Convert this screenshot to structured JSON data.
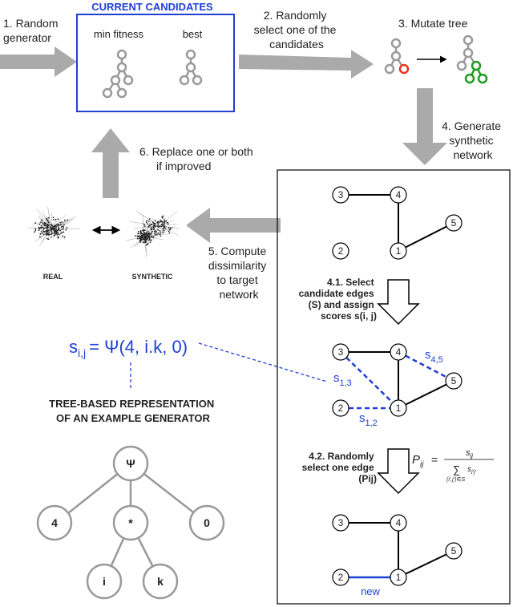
{
  "steps": {
    "s1": [
      "1. Random",
      "generator"
    ],
    "s2": [
      "2. Randomly",
      "select one of the",
      "candidates"
    ],
    "s3": "3. Mutate tree",
    "s4": [
      "4. Generate",
      "synthetic",
      "network"
    ],
    "s5": [
      "5. Compute",
      "dissimilarity",
      "to target",
      "network"
    ],
    "s6": [
      "6. Replace one or both",
      "if improved"
    ]
  },
  "candidates": {
    "title": "CURRENT CANDIDATES",
    "min_fitness": "min fitness",
    "best": "best"
  },
  "networks": {
    "real": "REAL",
    "synthetic": "SYNTHETIC"
  },
  "substeps": {
    "s41": [
      "4.1. Select",
      "candidate edges",
      "(S) and assign",
      "scores s(i, j)"
    ],
    "s42": [
      "4.2. Randomly",
      "select one edge",
      "(Pij)"
    ]
  },
  "formula": {
    "lhs": "s",
    "lhs_sub": "i,j",
    "rhs": "= Ψ(4, i.k, 0)"
  },
  "prob_formula": {
    "P": "P",
    "P_sub": "ij",
    "eq": "=",
    "num": "s",
    "num_sub": "ij",
    "den": "s",
    "den_sub": "i′j′",
    "sum_sub": "(i′,j′)∈S"
  },
  "tree_caption": [
    "TREE-BASED REPRESENTATION",
    "OF AN EXAMPLE GENERATOR"
  ],
  "tree_nodes": {
    "root": "Ψ",
    "n4": "4",
    "mul": "*",
    "n0": "0",
    "i": "i",
    "k": "k"
  },
  "graph_nodes": [
    "3",
    "4",
    "5",
    "2",
    "1"
  ],
  "edge_scores": {
    "s13": "s",
    "s13_sub": "1,3",
    "s45": "s",
    "s45_sub": "4,5",
    "s12": "s",
    "s12_sub": "1,2"
  },
  "new_edge": "new",
  "colors": {
    "blue": "#1f3fd6",
    "red": "#e8331c",
    "green": "#1e9c1e",
    "arrow_gray": "#aaaaaa",
    "node_gray": "#999999"
  }
}
